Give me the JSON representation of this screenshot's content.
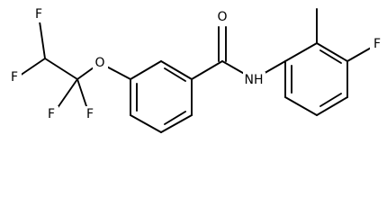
{
  "molecule": {
    "atoms": [
      {
        "id": "F1",
        "symbol": "F"
      },
      {
        "id": "F2",
        "symbol": "F"
      },
      {
        "id": "F3",
        "symbol": "F"
      },
      {
        "id": "F4",
        "symbol": "F"
      },
      {
        "id": "O_ether",
        "symbol": "O"
      },
      {
        "id": "O_carbonyl",
        "symbol": "O"
      },
      {
        "id": "N_amide",
        "symbol": "NH"
      },
      {
        "id": "F_aryl",
        "symbol": "F"
      }
    ]
  }
}
